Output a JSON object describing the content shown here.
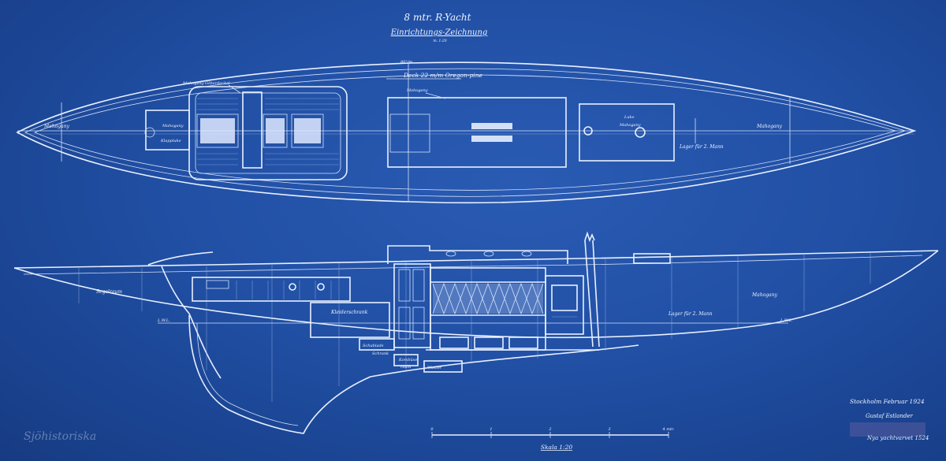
{
  "title": {
    "main": "8 mtr. R-Yacht",
    "sub": "Einrichtungs-Zeichnung",
    "scale_note": "m. 1:20"
  },
  "plan_view": {
    "deck_note": "Deck 22 m/m Oregon-pine",
    "beam_mark": "80°/m",
    "labels": {
      "mahogany_fwd": "Mahogany",
      "mahogany_aft": "Mahogany",
      "mahogany_grating": "Mahogany Gitterdeckel",
      "mahogany_top": "Mahogany",
      "mahogany_hatch": "Mahogany",
      "mahogany_small": "Mahogany",
      "klappluke": "Klappluke",
      "luke": "Luke",
      "lager": "Lager für 2. Mann"
    }
  },
  "profile_view": {
    "labels": {
      "segelraum": "Segelraum",
      "kleiderschrank": "Kleiderschrank",
      "schublade": "Schublade",
      "schublade_sub": "Schrank",
      "wasser": "Wasser",
      "kombuse": "Kombüse",
      "kombuse_sub": "raum",
      "wasserlinie_l": "L.W.L.",
      "wasserlinie_r": "L.W.L.",
      "lager": "Lager für 2. Mann",
      "mahogany": "Mahogany"
    }
  },
  "scale_bar": {
    "ticks": [
      "0",
      "1",
      "2",
      "3",
      "4 mtr."
    ],
    "label": "Skala 1:20"
  },
  "signature_block": {
    "place_date": "Stockholm Februar 1924",
    "signature": "Gustaf Estlander",
    "stamp_text": "Nya yachtvarvet 1524"
  },
  "watermark": "Sjöhistoriska"
}
